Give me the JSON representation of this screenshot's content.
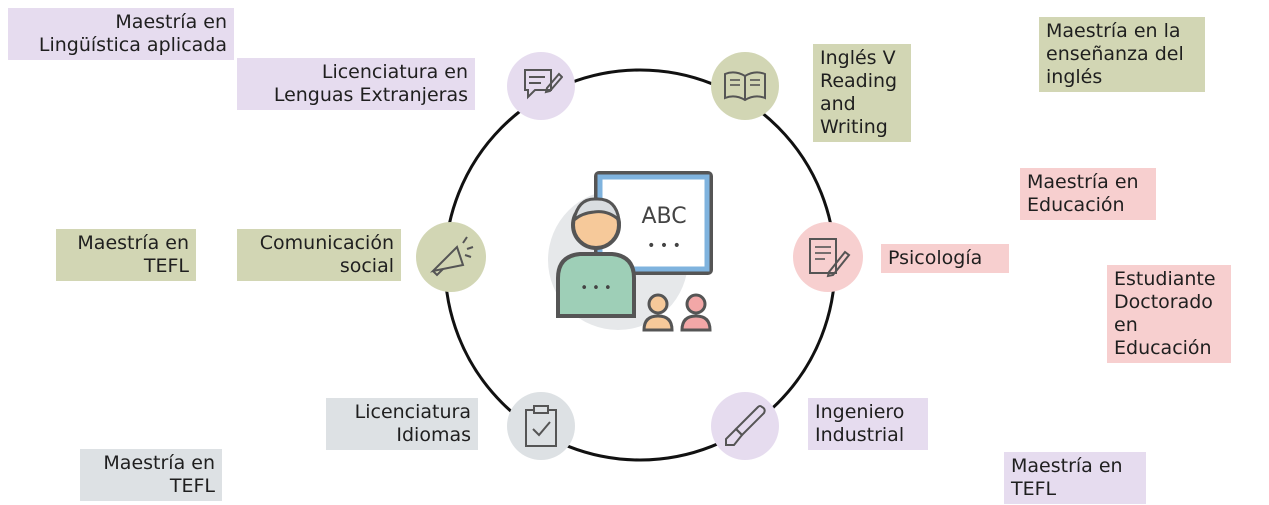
{
  "colors": {
    "purple": "#e6dcef",
    "olive": "#d2d6b4",
    "pink": "#f7cfcf",
    "gray": "#dde1e4",
    "icon_stroke": "#555555",
    "ring": "#111111"
  },
  "center": {
    "board_text": "ABC",
    "board_dots": "• • •"
  },
  "nodes": {
    "licenciatura_lenguas": {
      "text": "Licenciatura en\nLenguas Extranjeras",
      "icon": "speech-bubble-pencil-icon"
    },
    "ingles_v": {
      "text": "Inglés V\nReading and\nWriting",
      "icon": "open-book-icon"
    },
    "comunicacion": {
      "text": "Comunicación\nsocial",
      "icon": "megaphone-icon"
    },
    "psicologia": {
      "text": "Psicología",
      "icon": "notepad-pencil-icon"
    },
    "licenciatura_idiomas": {
      "text": "Licenciatura\nIdiomas",
      "icon": "clipboard-check-icon"
    },
    "ingeniero": {
      "text": "Ingeniero\nIndustrial",
      "icon": "paintbrush-icon"
    }
  },
  "outer": {
    "linguistica": "Maestría en\nLingüística aplicada",
    "ensenanza": "Maestría en la\nenseñanza del\ninglés",
    "educacion": "Maestría en\nEducación",
    "tefl_left": "Maestría en\nTEFL",
    "doctorado": "Estudiante\nDoctorado en\nEducación",
    "tefl_bottom_left": "Maestría en\nTEFL",
    "tefl_bottom_right": "Maestría en\nTEFL"
  }
}
